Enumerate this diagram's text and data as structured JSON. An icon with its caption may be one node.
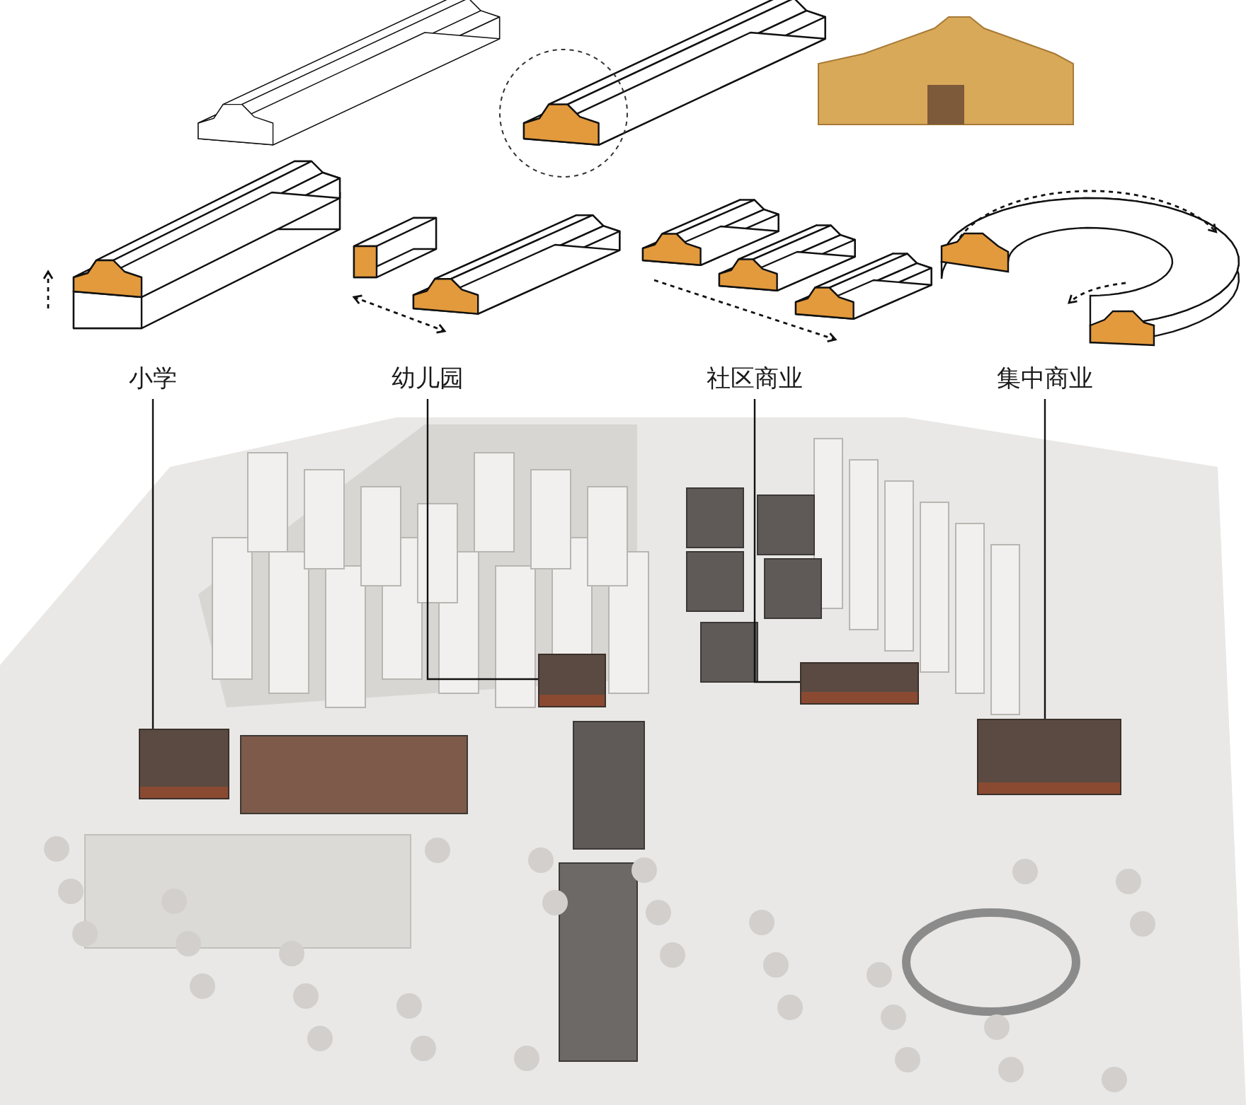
{
  "diagram": {
    "nodes": [
      {
        "text": [
          "小学"
        ]
      },
      {
        "text": [
          "幼儿园"
        ]
      },
      {
        "text": [
          "社区商业"
        ]
      },
      {
        "text": [
          "集中商业"
        ]
      },
      {
        "text": [],
        "shape": "box"
      },
      {
        "text": [],
        "shape": "box"
      },
      {
        "text": [],
        "shape": "box"
      },
      {
        "text": [],
        "shape": "box"
      }
    ],
    "edges": [
      {
        "from": 0,
        "to": 4,
        "arrow": "none"
      },
      {
        "from": 1,
        "to": 5,
        "arrow": "none"
      },
      {
        "from": 2,
        "to": 6,
        "arrow": "none"
      },
      {
        "from": 3,
        "to": 7,
        "arrow": "none"
      }
    ]
  }
}
